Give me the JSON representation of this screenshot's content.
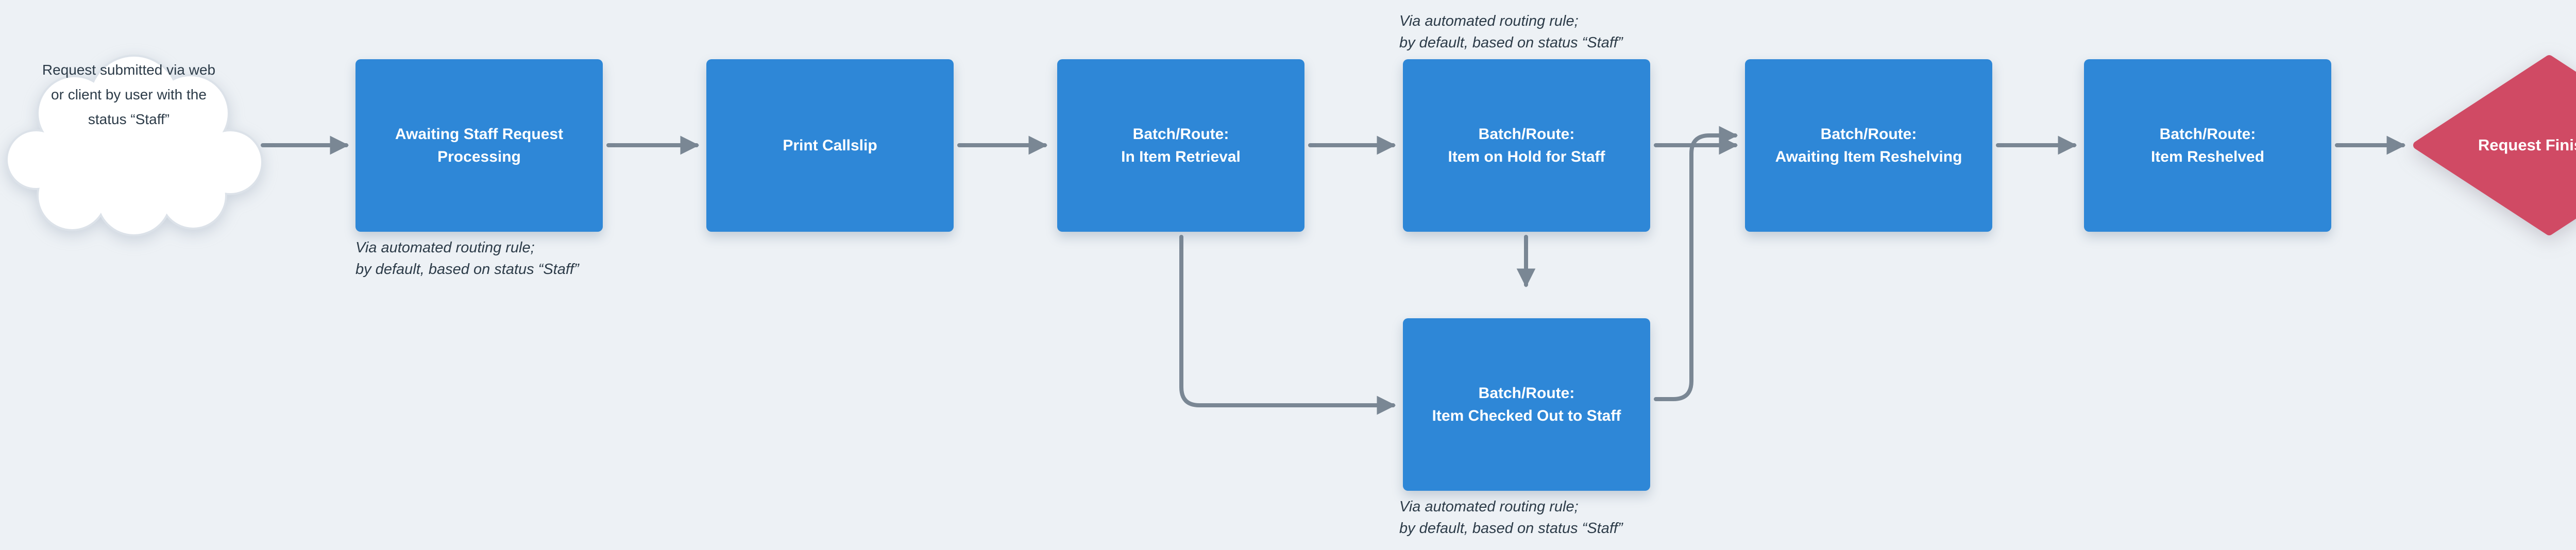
{
  "colors": {
    "background": "#edf1f5",
    "node_blue": "#2e87d7",
    "end_red": "#d04a64",
    "arrow_gray": "#7a8794",
    "text_dark": "#2c3b48",
    "node_text": "#ffffff",
    "cloud_fill": "#ffffff"
  },
  "start": {
    "label": "Request submitted via web\nor client by user with the\nstatus “Staff”"
  },
  "nodes": [
    {
      "id": "awaiting-staff-request-processing",
      "label": "Awaiting Staff Request\nProcessing"
    },
    {
      "id": "print-callslip",
      "label": "Print Callslip"
    },
    {
      "id": "in-item-retrieval",
      "label": "Batch/Route:\nIn Item Retrieval"
    },
    {
      "id": "item-on-hold-for-staff",
      "label": "Batch/Route:\nItem on Hold for Staff"
    },
    {
      "id": "awaiting-item-reshelving",
      "label": "Batch/Route:\nAwaiting Item Reshelving"
    },
    {
      "id": "item-reshelved",
      "label": "Batch/Route:\nItem Reshelved"
    },
    {
      "id": "item-checked-out-to-staff",
      "label": "Batch/Route:\nItem Checked Out to Staff"
    }
  ],
  "end": {
    "label": "Request Finished"
  },
  "annotations": [
    {
      "attached_to": "awaiting-staff-request-processing",
      "placement": "below",
      "text": "Via automated routing rule;\nby default, based on status “Staff”"
    },
    {
      "attached_to": "item-on-hold-for-staff",
      "placement": "above",
      "text": "Via automated routing rule;\nby default, based on status “Staff”"
    },
    {
      "attached_to": "item-checked-out-to-staff",
      "placement": "below",
      "text": "Via automated routing rule;\nby default, based on status “Staff”"
    }
  ],
  "connectors": [
    {
      "from": "start-cloud",
      "to": "awaiting-staff-request-processing"
    },
    {
      "from": "awaiting-staff-request-processing",
      "to": "print-callslip"
    },
    {
      "from": "print-callslip",
      "to": "in-item-retrieval"
    },
    {
      "from": "in-item-retrieval",
      "to": "item-on-hold-for-staff"
    },
    {
      "from": "item-on-hold-for-staff",
      "to": "awaiting-item-reshelving"
    },
    {
      "from": "awaiting-item-reshelving",
      "to": "item-reshelved"
    },
    {
      "from": "item-reshelved",
      "to": "request-finished"
    },
    {
      "from": "item-on-hold-for-staff",
      "to": "item-checked-out-to-staff"
    },
    {
      "from": "in-item-retrieval",
      "to": "item-checked-out-to-staff"
    },
    {
      "from": "item-checked-out-to-staff",
      "to": "awaiting-item-reshelving"
    }
  ]
}
